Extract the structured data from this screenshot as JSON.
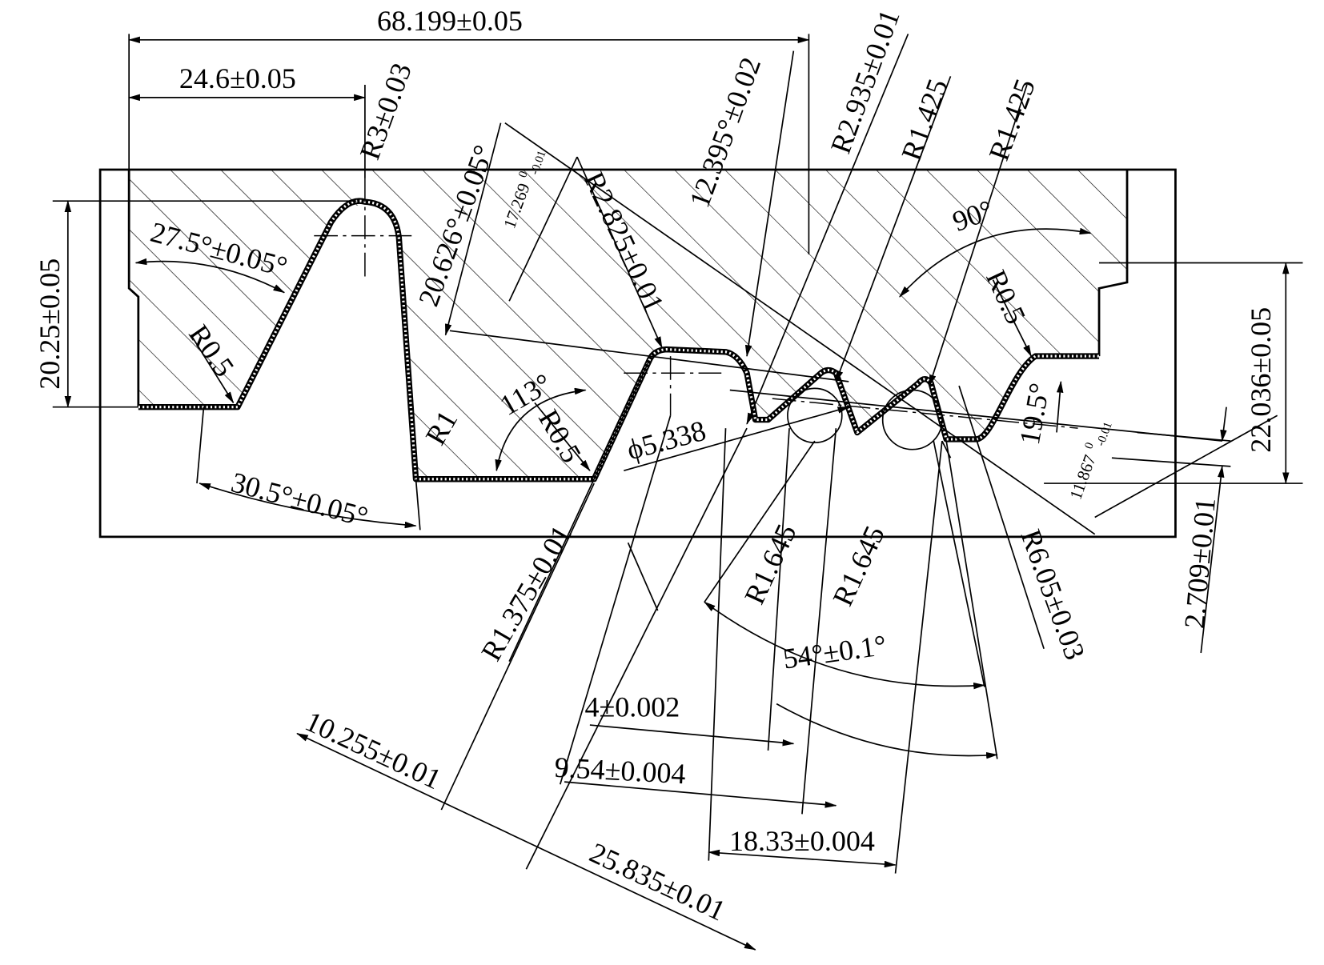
{
  "drawing": {
    "dimensions": {
      "overall_width": "68.199±0.05",
      "left_offset": "24.6±0.05",
      "r3": "R3±0.03",
      "angle_20_626": "20.626°±0.05°",
      "dist_17_269": "17.269",
      "dist_17_269_tol_upper": "0",
      "dist_17_269_tol_lower": "-0.01",
      "r2_825": "R2.825±0.01",
      "angle_12_395": "12.395°±0.02",
      "r2_935": "R2.935±0.01",
      "r1_425_a": "R1.425",
      "r1_425_b": "R1.425",
      "angle_90": "90°",
      "r0_5_right": "R0.5",
      "height_22_036": "22.036±0.05",
      "height_20_25": "20.25±0.05",
      "angle_27_5": "27.5°±0.05°",
      "r0_5_left": "R0.5",
      "angle_30_5": "30.5°±0.05°",
      "r1": "R1",
      "angle_113": "113°",
      "r0_5_mid": "R0.5",
      "dia_5_338": "ϕ5.338",
      "angle_19_5": "19.5°",
      "dist_11_867": "11.867",
      "dist_11_867_tol_upper": "0",
      "dist_11_867_tol_lower": "-0.01",
      "height_2_709": "2.709±0.01",
      "r1_375": "R1.375±0.01",
      "r1_645_a": "R1.645",
      "r1_645_b": "R1.645",
      "r6_05": "R6.05±0.03",
      "angle_54": "54°±0.1°",
      "dist_4": "4±0.002",
      "dist_9_54": "9.54±0.004",
      "dist_18_33": "18.33±0.004",
      "dist_10_255": "10.255±0.01",
      "dist_25_835": "25.835±0.01"
    }
  }
}
